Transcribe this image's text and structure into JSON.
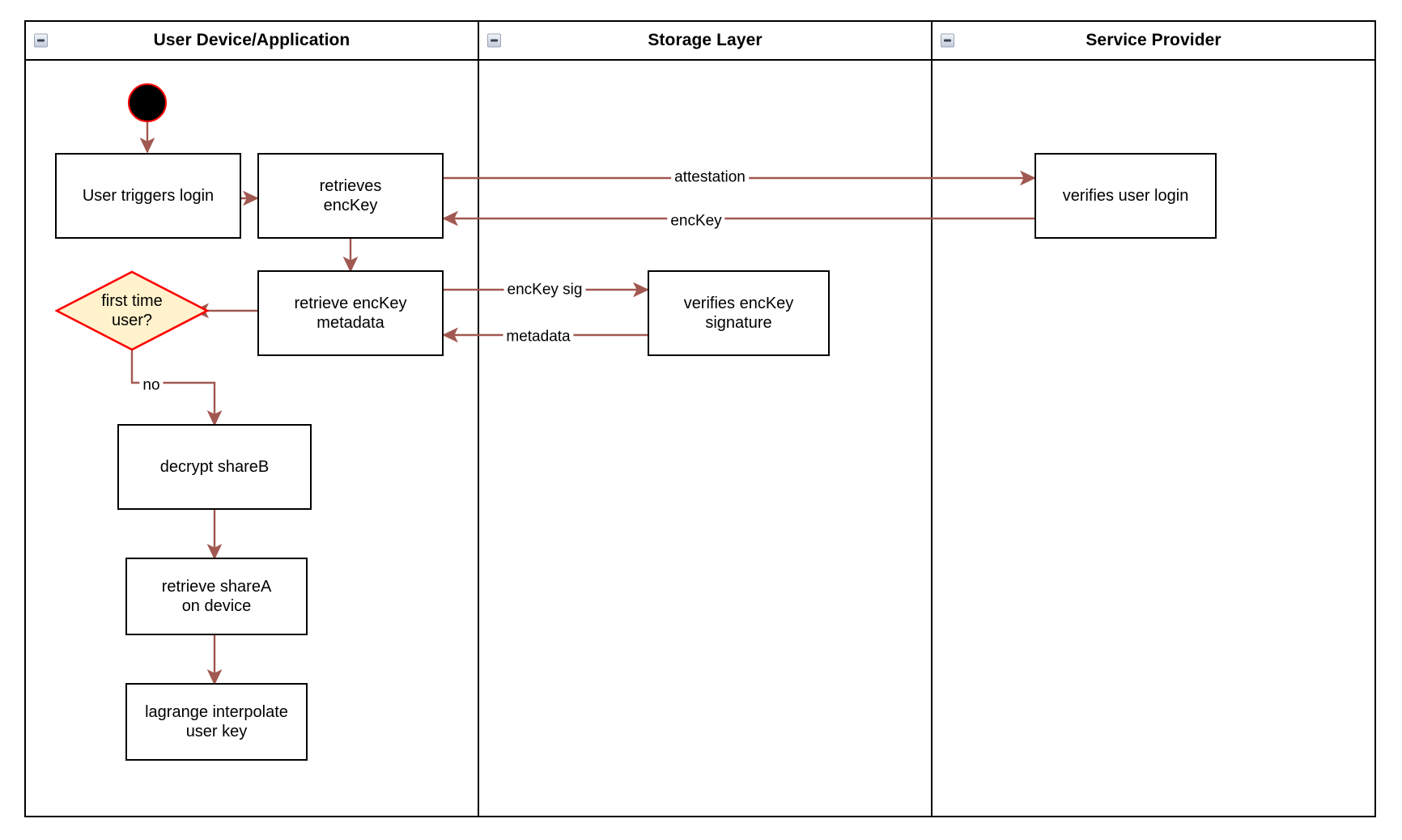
{
  "diagram": {
    "type": "swimlane-activity-diagram",
    "background_color": "#ffffff",
    "frame_color": "#000000",
    "edge_color": "#a05850",
    "start_node_fill": "#000000",
    "start_node_border": "#ff0000",
    "decision_fill": "#fff2cc",
    "decision_border": "#ff0000"
  },
  "lanes": [
    {
      "id": "lane-user-device",
      "title": "User Device/Application",
      "collapse_icon": "minus-square-icon"
    },
    {
      "id": "lane-storage-layer",
      "title": "Storage Layer",
      "collapse_icon": "minus-square-icon"
    },
    {
      "id": "lane-service-provider",
      "title": "Service Provider",
      "collapse_icon": "minus-square-icon"
    }
  ],
  "nodes": {
    "start": {
      "name": "start-node",
      "label": ""
    },
    "user_triggers_login": {
      "label": "User triggers login"
    },
    "retrieves_enckey": {
      "label": "retrieves\nencKey"
    },
    "retrieve_enckey_metadata": {
      "label": "retrieve encKey\nmetadata"
    },
    "first_time_user": {
      "label": "first time\nuser?"
    },
    "decrypt_shareb": {
      "label": "decrypt shareB"
    },
    "retrieve_sharea": {
      "label": "retrieve shareA\non device"
    },
    "lagrange_interpolate": {
      "label": "lagrange interpolate\nuser key"
    },
    "verifies_enckey_signature": {
      "label": "verifies encKey\nsignature"
    },
    "verifies_user_login": {
      "label": "verifies user login"
    }
  },
  "edge_labels": {
    "attestation": "attestation",
    "enckey": "encKey",
    "enckey_sig": "encKey sig",
    "metadata": "metadata",
    "no": "no"
  }
}
